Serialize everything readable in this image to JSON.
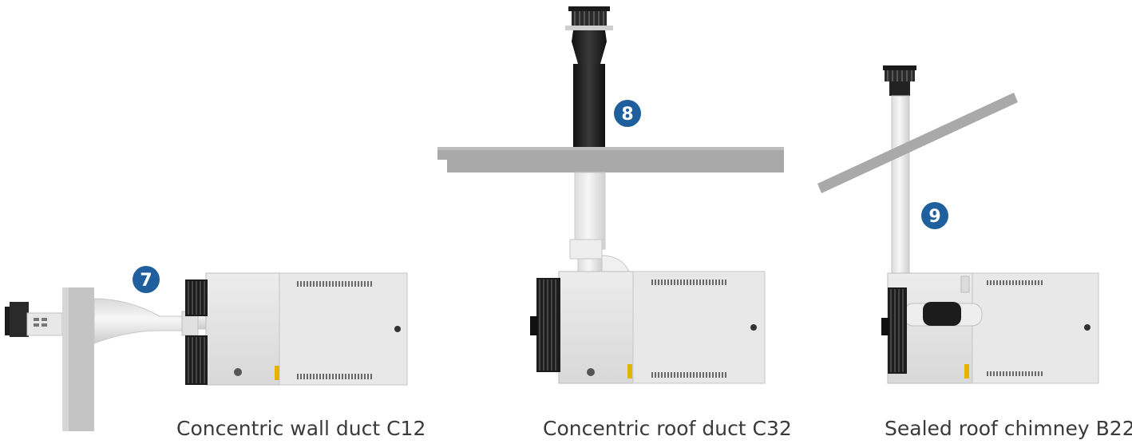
{
  "variants": [
    {
      "number": "7",
      "caption": "Concentric wall duct C12"
    },
    {
      "number": "8",
      "caption": "Concentric roof duct C32"
    },
    {
      "number": "9",
      "caption": "Sealed roof chimney B22"
    }
  ],
  "colors": {
    "badge": "#1f5f9e",
    "badge_text": "#ffffff",
    "unit_body": "#e3e3e3",
    "pipe_light": "#f1f1f1",
    "roof_beam": "#a9a9a9",
    "black_pipe": "#1e1e1e",
    "caption": "#3a3a3a"
  },
  "icons": [
    "fan-guard-icon",
    "roof-terminal-icon",
    "wall-terminal-icon"
  ]
}
